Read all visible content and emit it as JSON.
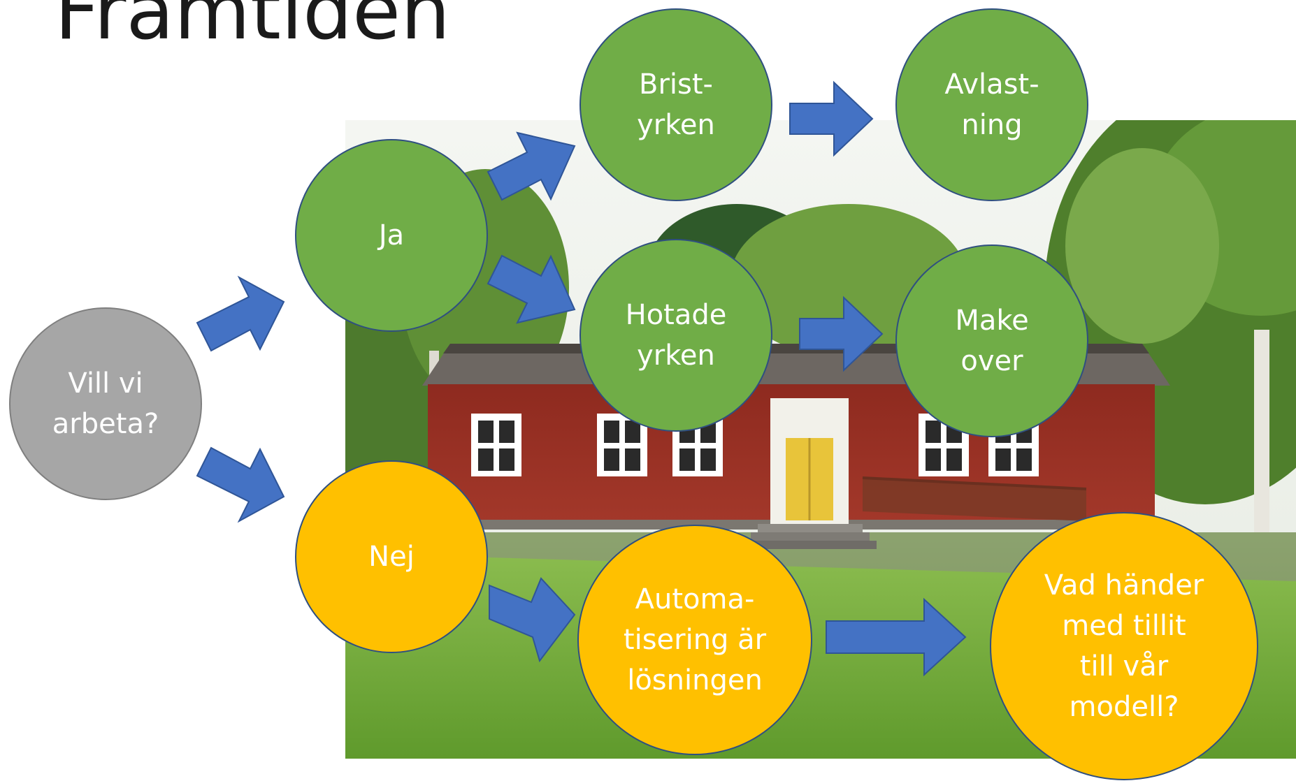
{
  "title": "Framtiden",
  "colors": {
    "green": "#70ad47",
    "orange": "#ffc000",
    "gray": "#a6a6a6",
    "arrow": "#4472c4",
    "outline": "#2f4f80"
  },
  "nodes": {
    "start": "Vill vi\narbeta?",
    "ja": "Ja",
    "nej": "Nej",
    "brist": "Brist-\nyrken",
    "avlast": "Avlast-\nning",
    "hotade": "Hotade\nyrken",
    "makeover": "Make\nover",
    "automatisering": "Automa-\ntisering är\nlösningen",
    "tillit": "Vad händer\nmed tillit\ntill vår\nmodell?"
  }
}
